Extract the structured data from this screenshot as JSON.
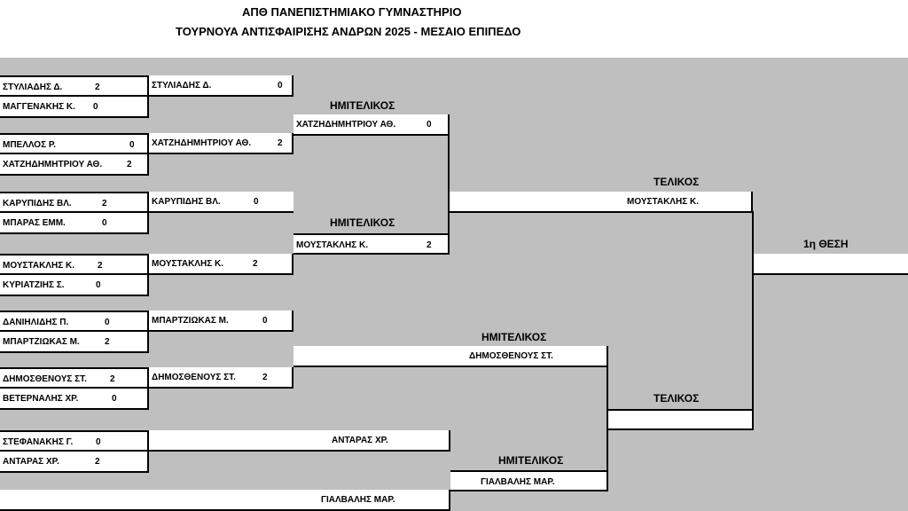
{
  "header": {
    "line1": "ΑΠΘ   ΠΑΝΕΠΙΣΤΗΜΙΑΚΟ ΓΥΜΝΑΣΤΗΡΙΟ",
    "line2": "ΤΟΥΡΝΟΥΑ ΑΝΤΙΣΦΑΙΡΙΣΗΣ ΑΝΔΡΩΝ 2025 - ΜΕΣΑΙΟ ΕΠΙΠΕΔΟ"
  },
  "round1": [
    {
      "name": "ΣΤΥΛΙΑΔΗΣ Δ.",
      "score": "2"
    },
    {
      "name": "ΜΑΓΓΕΝΑΚΗΣ Κ.",
      "score": "0"
    },
    {
      "name": "ΜΠΕΛΛΟΣ Ρ.",
      "score": "0"
    },
    {
      "name": "ΧΑΤΖΗΔΗΜΗΤΡΙΟΥ ΑΘ.",
      "score": "2"
    },
    {
      "name": "ΚΑΡΥΠΙΔΗΣ ΒΛ.",
      "score": "2"
    },
    {
      "name": "ΜΠΑΡΑΣ ΕΜΜ.",
      "score": "0"
    },
    {
      "name": "ΜΟΥΣΤΑΚΛΗΣ Κ.",
      "score": "2"
    },
    {
      "name": "ΚΥΡΙΑΤΖΙΗΣ Σ.",
      "score": "0"
    },
    {
      "name": "ΔΑΝΙΗΛΙΔΗΣ Π.",
      "score": "0"
    },
    {
      "name": "ΜΠΑΡΤΖΙΩΚΑΣ Μ.",
      "score": "2"
    },
    {
      "name": "ΔΗΜΟΣΘΕΝΟΥΣ ΣΤ.",
      "score": "2"
    },
    {
      "name": "ΒΕΤΕΡΝΑΛΗΣ ΧΡ.",
      "score": "0"
    },
    {
      "name": "ΣΤΕΦΑΝΑΚΗΣ Γ.",
      "score": "0"
    },
    {
      "name": "ΑΝΤΑΡΑΣ ΧΡ.",
      "score": "2"
    }
  ],
  "round2": [
    {
      "name": "ΣΤΥΛΙΑΔΗΣ Δ.",
      "score": "0"
    },
    {
      "name": "ΧΑΤΖΗΔΗΜΗΤΡΙΟΥ ΑΘ.",
      "score": "2"
    },
    {
      "name": "ΚΑΡΥΠΙΔΗΣ ΒΛ.",
      "score": "0"
    },
    {
      "name": "ΜΟΥΣΤΑΚΛΗΣ Κ.",
      "score": "2"
    },
    {
      "name": "ΜΠΑΡΤΖΙΩΚΑΣ Μ.",
      "score": "0"
    },
    {
      "name": "ΔΗΜΟΣΘΕΝΟΥΣ ΣΤ.",
      "score": "2"
    },
    {
      "name": "ΑΝΤΑΡΑΣ ΧΡ.",
      "score": ""
    },
    {
      "name": "ΓΙΑΛΒΑΛΗΣ ΜΑΡ.",
      "score": ""
    }
  ],
  "semifinals": {
    "label": "ΗΜΙΤΕΛΙΚΟΣ",
    "players": [
      {
        "name": "ΧΑΤΖΗΔΗΜΗΤΡΙΟΥ ΑΘ.",
        "score": "0"
      },
      {
        "name": "ΜΟΥΣΤΑΚΛΗΣ Κ.",
        "score": "2"
      },
      {
        "name": "ΔΗΜΟΣΘΕΝΟΥΣ ΣΤ.",
        "score": ""
      },
      {
        "name": "ΓΙΑΛΒΑΛΗΣ ΜΑΡ.",
        "score": ""
      }
    ]
  },
  "finals": {
    "label": "ΤΕΛΙΚΟΣ",
    "players": [
      {
        "name": "ΜΟΥΣΤΑΚΛΗΣ Κ."
      },
      {
        "name": ""
      }
    ]
  },
  "winner": {
    "label": "1η ΘΕΣΗ",
    "name": ""
  }
}
